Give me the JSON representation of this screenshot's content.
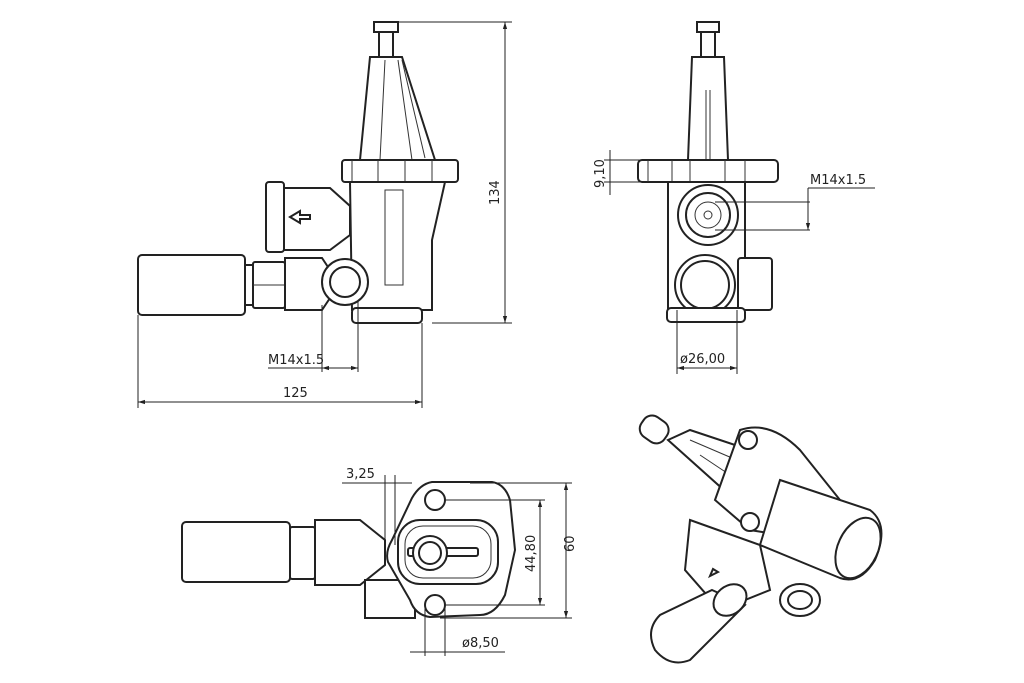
{
  "drawing": {
    "front_view": {
      "height_dim": "134",
      "width_dim": "125",
      "thread_dim": "M14x1.5"
    },
    "side_view": {
      "flange_thickness_dim": "9,10",
      "thread_dim": "M14x1.5",
      "body_diameter_dim": "ø26,00"
    },
    "bottom_view": {
      "offset_dim": "3,25",
      "hole_spacing_dim": "44,80",
      "flange_height_dim": "60",
      "hole_diameter_dim": "ø8,50"
    }
  }
}
